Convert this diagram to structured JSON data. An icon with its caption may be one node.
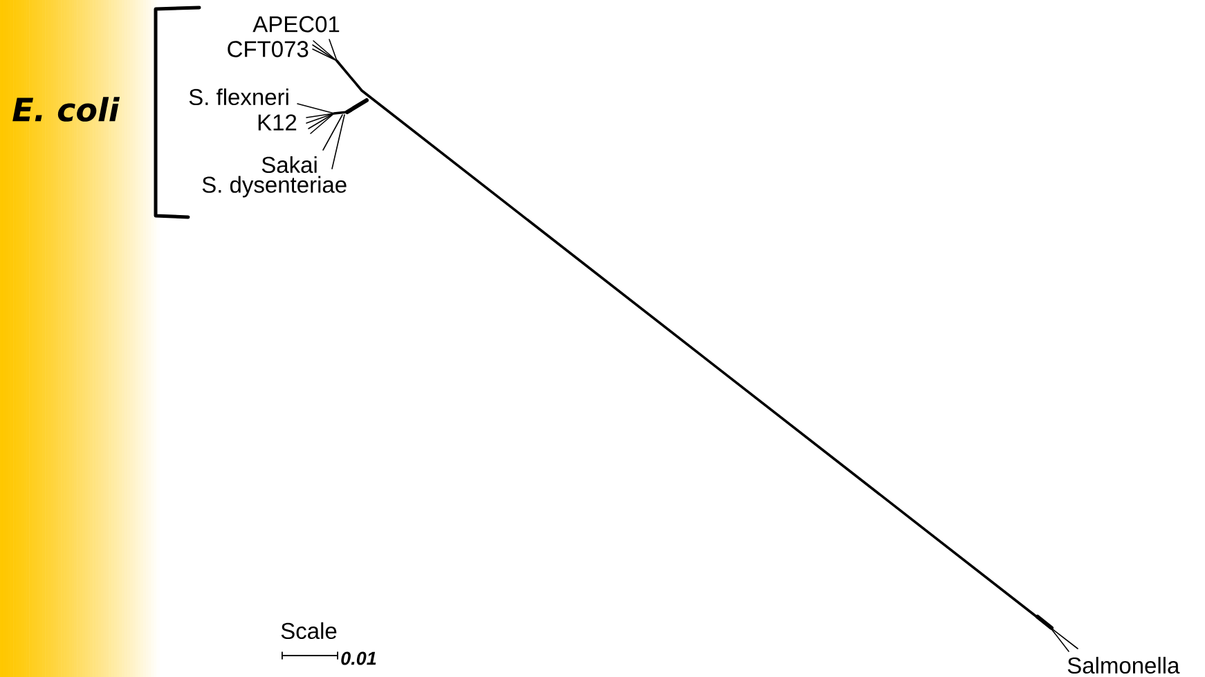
{
  "diagram": {
    "labels": [
      "E. coli",
      "APEC01",
      "CFT073",
      "S. flexneri",
      "K12",
      "Sakai",
      "S. dysenteriae",
      "Salmonella",
      "Scale",
      "0.01"
    ]
  }
}
